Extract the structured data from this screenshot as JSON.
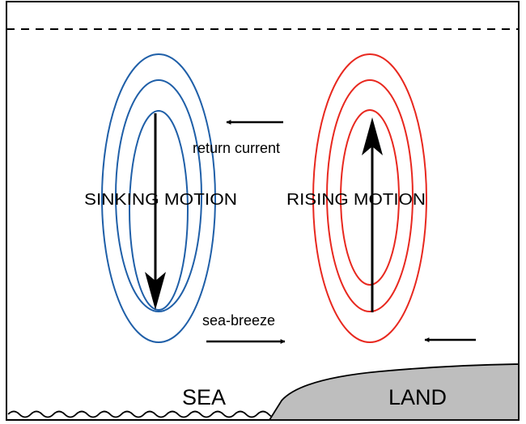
{
  "diagram": {
    "labels": {
      "return_current": "return current",
      "sinking_motion": "SINKING MOTION",
      "rising_motion": "RISING MOTION",
      "sea_breeze": "sea-breeze",
      "sea": "SEA",
      "land": "LAND"
    },
    "colors": {
      "sinking_contours": "#1f5fa8",
      "rising_contours": "#e8281f",
      "land_fill": "#bebebe",
      "outline": "#000000"
    },
    "icons": {
      "sinking_arrow": "arrow-down-icon",
      "rising_arrow": "arrow-up-icon",
      "return_current_arrow": "arrow-left-icon",
      "sea_breeze_arrow": "arrow-right-icon",
      "land_breeze_arrow": "arrow-left-icon"
    }
  }
}
